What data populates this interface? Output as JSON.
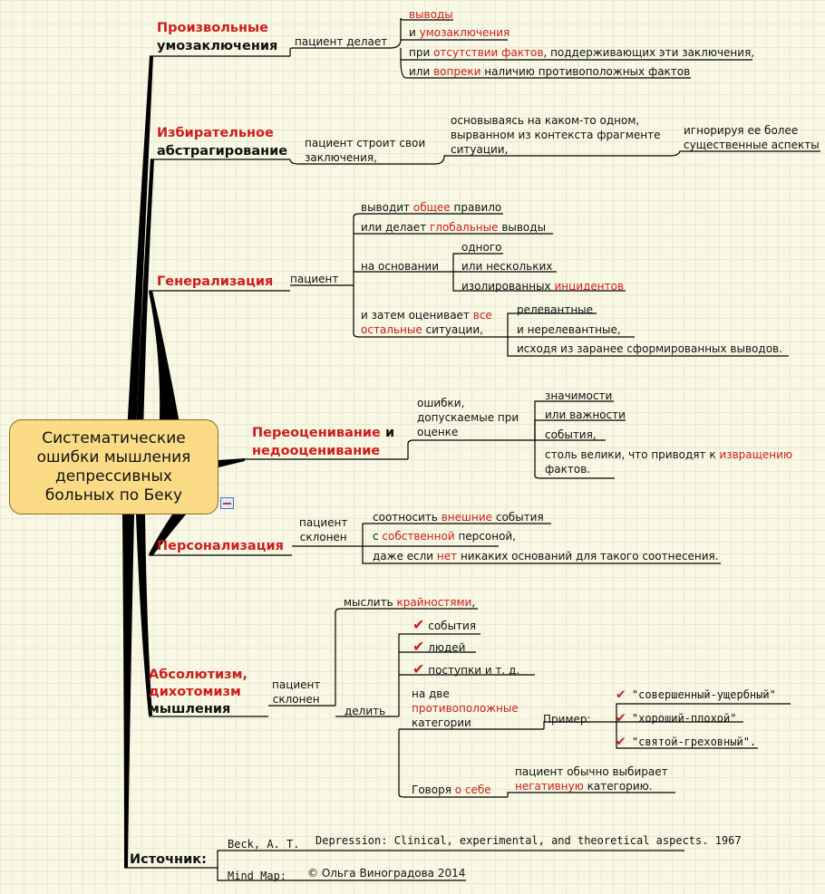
{
  "root": {
    "line1": "Систематические",
    "line2": "ошибки мышления",
    "line3": "депрессивных",
    "line4": "больных по Беку"
  },
  "b1": {
    "title1": "Произвольные",
    "title2": "умозаключения",
    "sub": "пациент делает",
    "i1": "выводы",
    "i2a": "и ",
    "i2b": "умозаключения",
    "i3a": "при ",
    "i3b": "отсутствии фактов",
    ", i3c": "",
    "i3c": ", поддерживающих эти заключения,",
    "i4a": "или ",
    "i4b": "вопреки",
    "i4c": " наличию противоположных фактов"
  },
  "b2": {
    "title1": "Избирательное",
    "title2": "абстрагирование",
    "sub1": "пациент строит свои",
    "sub2": "заключения,",
    "m1": "основываясь на каком-то одном,",
    "m2": "вырванном из контекста фрагменте",
    "m3": "ситуации,",
    "r1": "игнорируя ее более",
    "r2": "существенные аспекты"
  },
  "b3": {
    "title": "Генерализация",
    "sub": "пациент",
    "a1": "выводит ",
    "a2": "общее",
    "a3": " правило",
    "b1": "или делает ",
    "b2": "глобальные",
    "b3": " выводы",
    "c": "на основании",
    "c1": "одного",
    "c2": "или нескольких",
    "c3a": "изолированных ",
    "c3b": "инцидентов",
    "d1a": "и затем оценивает ",
    "d1b": "все",
    "d2a": "остальные",
    "d2b": " ситуации,",
    "e1": "релевантные",
    "e2": "и нерелевантные,",
    "e3": "исходя из заранее сформированных выводов."
  },
  "b4": {
    "t1": "Переоценивание",
    "t2": " и",
    "t3": "недооценивание",
    "sub1": "ошибки,",
    "sub2": "допускаемые при",
    "sub3": "оценке",
    "s1": "значимости",
    "s2": "или важности",
    "s3": "события,",
    "s4a": "столь велики, что приводят к ",
    "s4b": "извращению",
    "s5": "фактов."
  },
  "b5": {
    "title": "Персонализация",
    "sub1": "пациент",
    "sub2": "склонен",
    "a1": "соотносить ",
    "a2": "внешние",
    "a3": " события",
    "b1": "с ",
    "b2": "собственной",
    "b3": " персоной,",
    "c1": "даже если ",
    "c2": "нет",
    "c3": " никаких оснований для такого соотнесения."
  },
  "b6": {
    "t1": "Абсолютизм,",
    "t2": "дихотомизм",
    "t3": "мышления",
    "sub1": "пациент",
    "sub2": "склонен",
    "m1a": "мыслить ",
    "m1b": "крайностями",
    ",": "",
    "m1c": ",",
    "del": "делить",
    "k1": "события",
    "k2": "людей",
    "k3": "поступки и т. д.",
    "n1": "на две",
    "n2": "противоположные",
    "n3": "категории",
    "ex": "Пример:",
    "e1": "\"совершенный-ущербный\"",
    "e2": "\"хороший-плохой\"",
    "e3": "\"святой-греховный\".",
    "g1": "Говоря ",
    "g2": "о себе",
    "p1": "пациент обычно выбирает",
    "p2": "негативную",
    "p3": " категорию.",
    "check_icon": "check-icon"
  },
  "src": {
    "title": "Источник:",
    "k1": "Beck, A. T.",
    "v1": "Depression: Clinical, experimental, and theoretical aspects. 1967",
    "k2": "Mind Map:",
    "v2": "© Ольга Виноградова 2014"
  },
  "colors": {
    "accent": "#d01c1c",
    "root_fill": "#fbdb86",
    "background": "#f8f8e4"
  }
}
